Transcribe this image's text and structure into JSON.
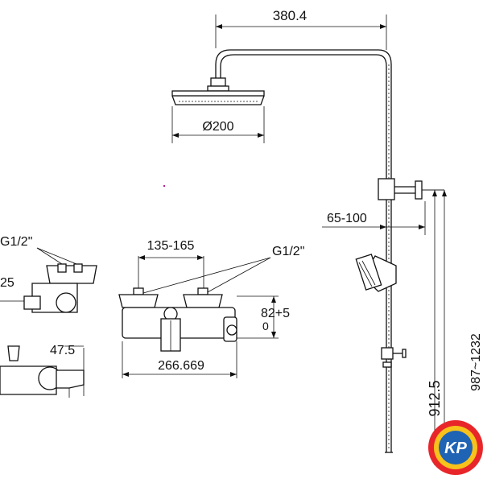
{
  "dimensions": {
    "arm_length": "380.4",
    "head_diameter": "Ø200",
    "slide_offset": "65-100",
    "height_range": "987~1232",
    "rail_height": "912.5",
    "inlet_spacing": "135-165",
    "thread_right": "G1/2\"",
    "thread_left": "G1/2\"",
    "mixer_width": "266.669",
    "wall_offset": "82+5",
    "wall_offset_tol": "0",
    "left_depth": "47.5",
    "left_partial": "25"
  },
  "logo": {
    "text": "KP",
    "colors": [
      "#e8262a",
      "#f6c21b",
      "#1e63b4"
    ]
  }
}
